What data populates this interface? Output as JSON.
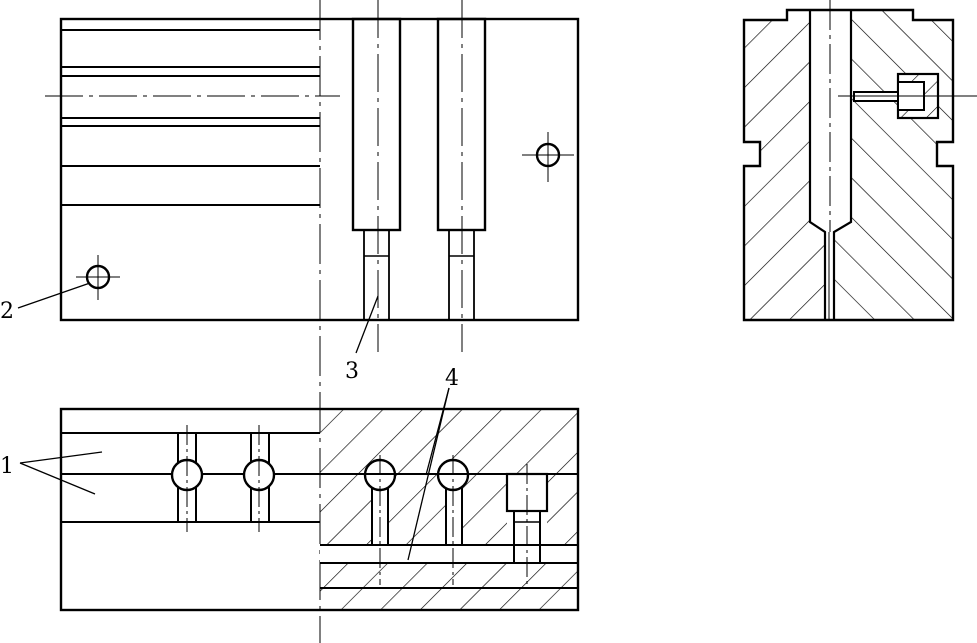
{
  "drawing": {
    "colors": {
      "line": "#000000",
      "background": "#ffffff"
    },
    "callouts": [
      {
        "id": "1",
        "text": "1"
      },
      {
        "id": "2",
        "text": "2"
      },
      {
        "id": "3",
        "text": "3"
      },
      {
        "id": "4",
        "text": "4"
      }
    ]
  }
}
